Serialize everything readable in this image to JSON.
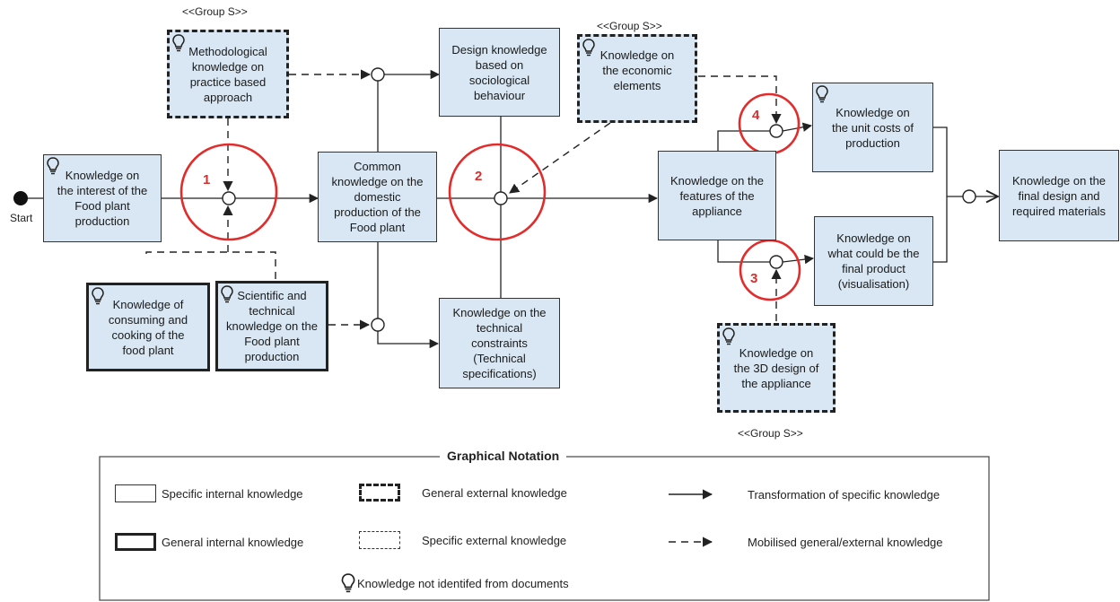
{
  "start_label": "Start",
  "nodes": {
    "interest": "Knowledge on\nthe interest of the\nFood plant\nproduction",
    "methodological": "Methodological\nknowledge on\npractice based\napproach",
    "consuming": "Knowledge of\nconsuming and\ncooking of the\nfood plant",
    "scientific": "Scientific and\ntechnical\nknowledge on the\nFood plant\nproduction",
    "common": "Common\nknowledge on the\ndomestic\nproduction of the\nFood plant",
    "design": "Design knowledge\nbased on\nsociological\nbehaviour",
    "technical": "Knowledge on the\ntechnical\nconstraints\n(Technical\nspecifications)",
    "economic": "Knowledge on\nthe economic\nelements",
    "features": "Knowledge on the\nfeatures of the\nappliance",
    "unit_costs": "Knowledge on\nthe unit costs of\nproduction",
    "final_product": "Knowledge on\nwhat could be the\nfinal product\n(visualisation)",
    "design3d": "Knowledge on\nthe 3D design of\nthe appliance",
    "final_design": "Knowledge on the\nfinal design and\nrequired materials"
  },
  "group_labels": {
    "methodological": "<<Group S>>",
    "economic": "<<Group S>>",
    "design3d": "<<Group S>>"
  },
  "markers": [
    "1",
    "2",
    "3",
    "4"
  ],
  "legend": {
    "title": "Graphical Notation",
    "specific_internal": "Specific internal knowledge",
    "general_internal": "General internal knowledge",
    "general_external": "General external knowledge",
    "specific_external": "Specific external knowledge",
    "transformation": "Transformation of specific knowledge",
    "mobilised": "Mobilised general/external  knowledge",
    "not_identified": "Knowledge not identifed from documents"
  },
  "colors": {
    "box_fill": "#d8e7f3",
    "marker_red": "#e32b2b",
    "line": "#222222"
  },
  "icons": [
    "lightbulb-icon"
  ]
}
